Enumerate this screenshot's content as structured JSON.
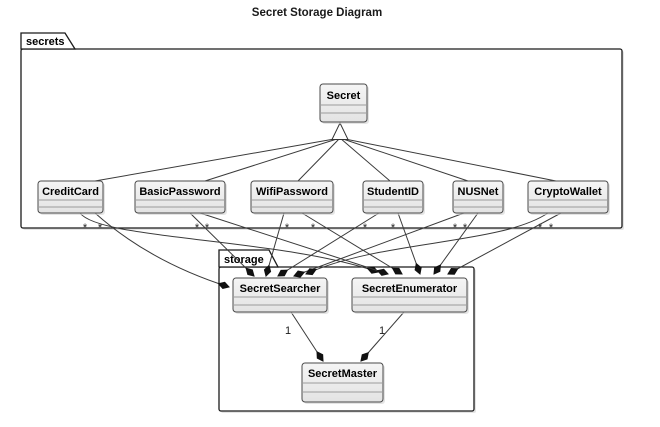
{
  "title": "Secret Storage Diagram",
  "packages": {
    "secrets": {
      "label": "secrets"
    },
    "storage": {
      "label": "storage"
    }
  },
  "classes": {
    "secret": "Secret",
    "creditCard": "CreditCard",
    "basicPassword": "BasicPassword",
    "wifiPassword": "WifiPassword",
    "studentId": "StudentID",
    "nusnet": "NUSNet",
    "cryptoWallet": "CryptoWallet",
    "secretSearcher": "SecretSearcher",
    "secretEnumerator": "SecretEnumerator",
    "secretMaster": "SecretMaster"
  },
  "multiplicity": {
    "many": "*",
    "one": "1"
  },
  "relationships": {
    "inheritance": [
      {
        "parent": "Secret",
        "children": [
          "CreditCard",
          "BasicPassword",
          "WifiPassword",
          "StudentID",
          "NUSNet",
          "CryptoWallet"
        ]
      }
    ],
    "composition": [
      {
        "owner": "SecretSearcher",
        "part": "CreditCard",
        "part_multiplicity": "*"
      },
      {
        "owner": "SecretSearcher",
        "part": "BasicPassword",
        "part_multiplicity": "*"
      },
      {
        "owner": "SecretSearcher",
        "part": "WifiPassword",
        "part_multiplicity": "*"
      },
      {
        "owner": "SecretSearcher",
        "part": "StudentID",
        "part_multiplicity": "*"
      },
      {
        "owner": "SecretSearcher",
        "part": "NUSNet",
        "part_multiplicity": "*"
      },
      {
        "owner": "SecretSearcher",
        "part": "CryptoWallet",
        "part_multiplicity": "*"
      },
      {
        "owner": "SecretEnumerator",
        "part": "CreditCard",
        "part_multiplicity": "*"
      },
      {
        "owner": "SecretEnumerator",
        "part": "BasicPassword",
        "part_multiplicity": "*"
      },
      {
        "owner": "SecretEnumerator",
        "part": "WifiPassword",
        "part_multiplicity": "*"
      },
      {
        "owner": "SecretEnumerator",
        "part": "StudentID",
        "part_multiplicity": "*"
      },
      {
        "owner": "SecretEnumerator",
        "part": "NUSNet",
        "part_multiplicity": "*"
      },
      {
        "owner": "SecretEnumerator",
        "part": "CryptoWallet",
        "part_multiplicity": "*"
      },
      {
        "owner": "SecretMaster",
        "part": "SecretSearcher",
        "part_multiplicity": "1"
      },
      {
        "owner": "SecretMaster",
        "part": "SecretEnumerator",
        "part_multiplicity": "1"
      }
    ]
  },
  "colors": {
    "background": "#ffffff",
    "box_fill": "#ececec",
    "box_stroke": "#4a4a4a",
    "edge": "#3a3a3a"
  }
}
